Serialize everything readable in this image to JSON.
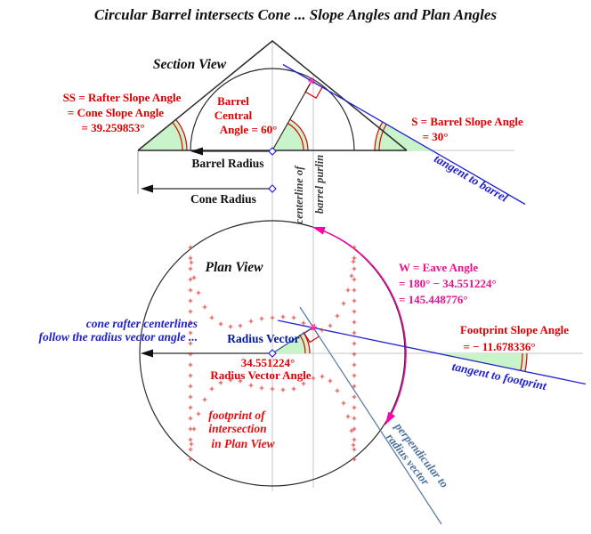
{
  "title": "Circular Barrel intersects Cone ... Slope Angles and Plan Angles",
  "section": {
    "label": "Section View",
    "rafter_slope": {
      "l1": "SS = Rafter Slope Angle",
      "l2": "= Cone Slope Angle",
      "l3": "= 39.259853°"
    },
    "barrel_central": {
      "l1": "Barrel",
      "l2": "Central",
      "l3": "Angle = 60°"
    },
    "barrel_slope": {
      "l1": "S = Barrel Slope Angle",
      "l2": "= 30°"
    },
    "barrel_radius_label": "Barrel Radius",
    "cone_radius_label": "Cone Radius",
    "centerline_l1": "centerline of",
    "centerline_l2": "barrel purlin",
    "tangent_label": "tangent to barrel"
  },
  "plan": {
    "label": "Plan View",
    "eave": {
      "l1": "W = Eave Angle",
      "l2": "= 180° − 34.551224°",
      "l3": "= 145.448776°"
    },
    "rafter_note_l1": "cone rafter centerlines",
    "rafter_note_l2": "follow the radius vector angle ...",
    "radius_vector_label": "Radius Vector",
    "radius_vector_angle_value": "34.551224°",
    "radius_vector_angle_label": "Radius Vector Angle",
    "footprint_slope": {
      "l1": "Footprint Slope Angle",
      "l2": "= − 11.678336°"
    },
    "tangent_label": "tangent to footprint",
    "perpendicular_l1": "perpendicular to",
    "perpendicular_l2": "radius vector",
    "footprint_note_l1": "footprint of",
    "footprint_note_l2": "intersection",
    "footprint_note_l3": "in Plan View"
  },
  "colors": {
    "red_label": "#dd0000",
    "magenta": "#e8128e",
    "magenta_arc": "#ff00aa",
    "blue_tangent": "#2020d0",
    "steel_blue": "#5577a0",
    "navy": "#001a99",
    "green_fill": "#c9f3c9",
    "marker_red": "#e04848",
    "guide_gray": "#c4c4c4"
  },
  "footprint": {
    "segments": [
      [
        [
          214,
          278
        ],
        [
          215,
          295
        ],
        [
          218,
          312
        ],
        [
          223,
          329
        ],
        [
          230,
          345
        ],
        [
          238,
          357
        ],
        [
          248,
          364
        ],
        [
          259,
          367
        ],
        [
          270,
          366
        ],
        [
          282,
          361
        ],
        [
          294,
          358
        ],
        [
          306,
          357
        ],
        [
          318,
          356
        ],
        [
          330,
          357
        ],
        [
          341,
          363
        ],
        [
          352,
          369
        ],
        [
          362,
          371
        ],
        [
          371,
          366
        ],
        [
          379,
          355
        ],
        [
          386,
          341
        ],
        [
          391,
          326
        ],
        [
          395,
          310
        ],
        [
          397,
          294
        ],
        [
          398,
          278
        ]
      ],
      [
        [
          214,
          516
        ],
        [
          215,
          499
        ],
        [
          218,
          482
        ],
        [
          223,
          465
        ],
        [
          230,
          449
        ],
        [
          238,
          437
        ],
        [
          248,
          430
        ],
        [
          259,
          427
        ],
        [
          270,
          428
        ],
        [
          282,
          433
        ],
        [
          294,
          436
        ],
        [
          306,
          437
        ],
        [
          318,
          438
        ],
        [
          330,
          437
        ],
        [
          341,
          431
        ],
        [
          352,
          425
        ],
        [
          362,
          423
        ],
        [
          371,
          428
        ],
        [
          379,
          439
        ],
        [
          386,
          453
        ],
        [
          391,
          468
        ],
        [
          395,
          484
        ],
        [
          397,
          500
        ],
        [
          398,
          516
        ]
      ],
      [
        [
          214,
          290
        ],
        [
          214,
          302
        ],
        [
          214,
          314
        ],
        [
          214,
          326
        ],
        [
          214,
          338
        ],
        [
          214,
          350
        ],
        [
          214,
          362
        ],
        [
          214,
          374
        ],
        [
          214,
          386
        ],
        [
          214,
          398
        ],
        [
          214,
          410
        ],
        [
          214,
          422
        ],
        [
          214,
          434
        ],
        [
          214,
          446
        ],
        [
          214,
          458
        ],
        [
          214,
          470
        ],
        [
          214,
          482
        ],
        [
          214,
          494
        ],
        [
          214,
          505
        ]
      ],
      [
        [
          398,
          290
        ],
        [
          398,
          302
        ],
        [
          398,
          314
        ],
        [
          398,
          326
        ],
        [
          398,
          338
        ],
        [
          398,
          350
        ],
        [
          398,
          362
        ],
        [
          398,
          374
        ],
        [
          398,
          386
        ],
        [
          398,
          398
        ],
        [
          398,
          410
        ],
        [
          398,
          422
        ],
        [
          398,
          434
        ],
        [
          398,
          446
        ],
        [
          398,
          458
        ],
        [
          398,
          470
        ],
        [
          398,
          482
        ],
        [
          398,
          494
        ],
        [
          398,
          505
        ]
      ]
    ]
  }
}
